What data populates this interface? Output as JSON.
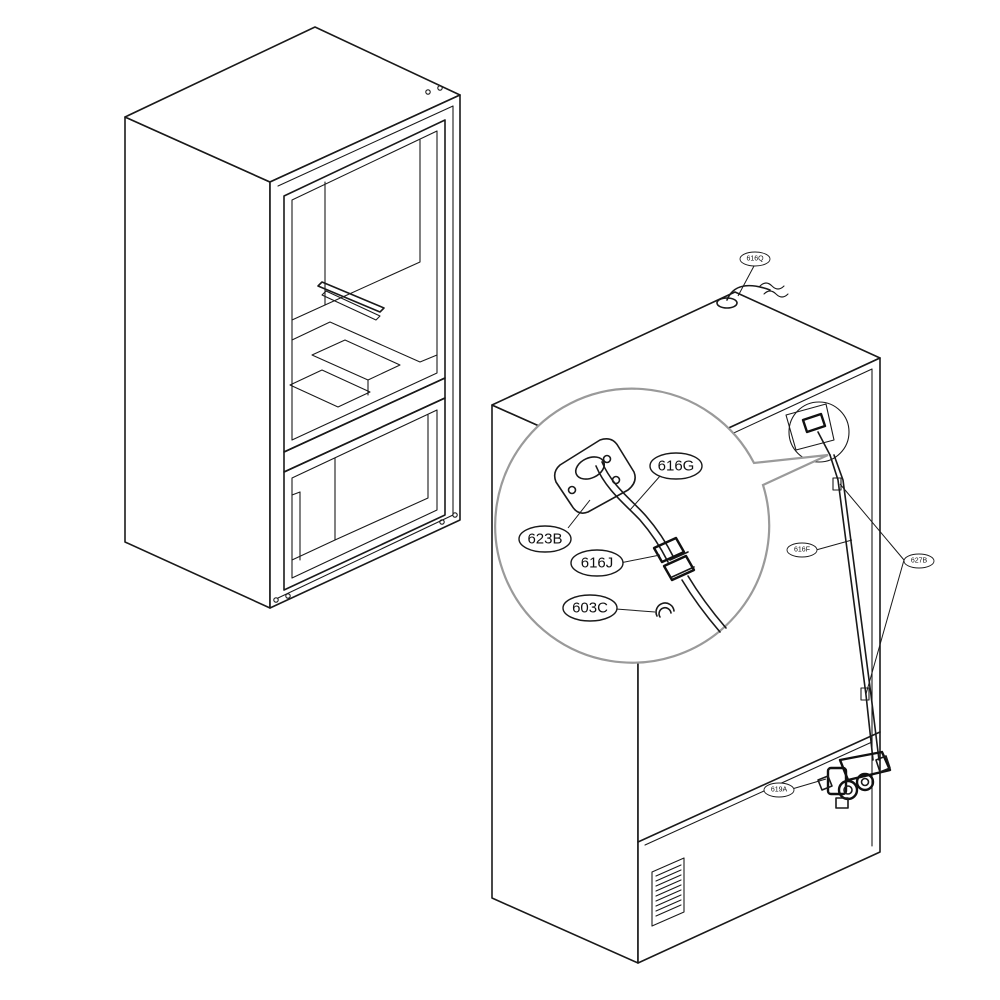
{
  "callouts": {
    "c616q": "616Q",
    "c616g": "616G",
    "c623b": "623B",
    "c616j": "616J",
    "c603c": "603C",
    "c616f": "616F",
    "c627b": "627B",
    "c619a": "619A"
  },
  "colors": {
    "line": "#1a1a1a",
    "background": "#ffffff",
    "magnifier_ring": "#9a9a9a"
  }
}
